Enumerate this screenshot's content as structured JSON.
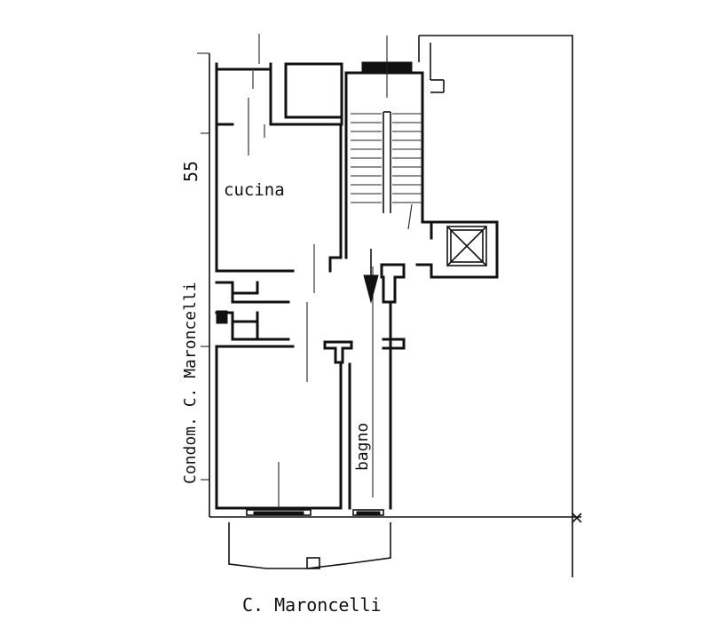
{
  "labels": {
    "kitchen": "cucina",
    "bathroom": "bagno",
    "side_street": "Condom. C. Maroncelli",
    "bottom_street": "C. Maroncelli",
    "number": "55"
  },
  "colors": {
    "ink": "#111111",
    "paper": "#ffffff"
  }
}
